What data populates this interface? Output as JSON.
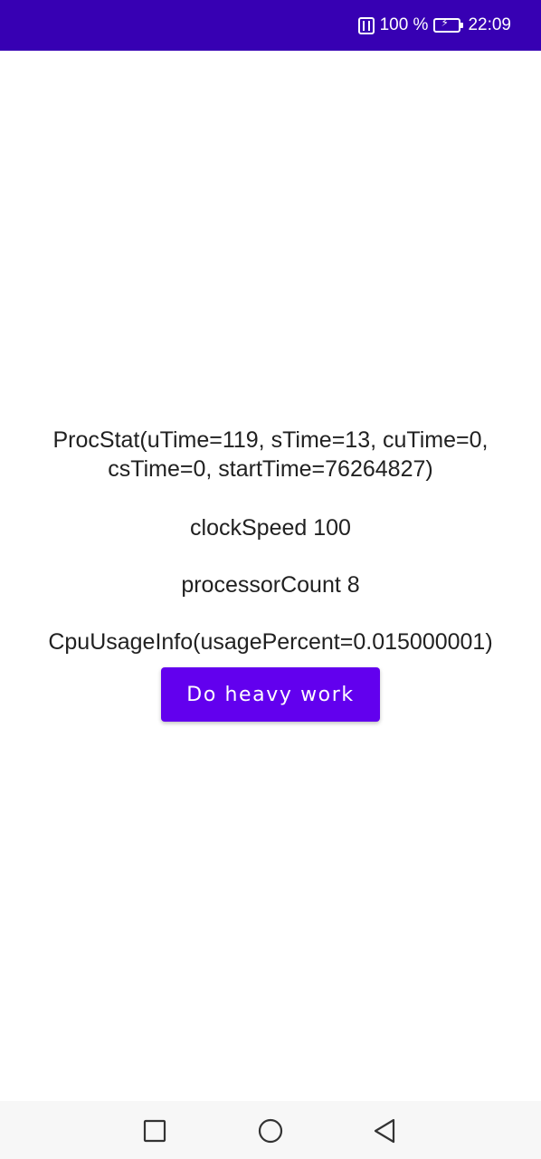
{
  "status_bar": {
    "battery_percent": "100 %",
    "time": "22:09",
    "icons": [
      "nfc-icon",
      "battery-charging-icon"
    ],
    "color": "#3700b3"
  },
  "main": {
    "proc_stat": "ProcStat(uTime=119, sTime=13, cuTime=0, csTime=0, startTime=76264827)",
    "clock_speed": "clockSpeed 100",
    "processor_count": "processorCount 8",
    "cpu_usage": "CpuUsageInfo(usagePercent=0.015000001)",
    "button_label": "Do heavy work",
    "button_color": "#6200ee"
  },
  "nav_bar": {
    "icons": [
      "recents-icon",
      "home-icon",
      "back-icon"
    ]
  }
}
